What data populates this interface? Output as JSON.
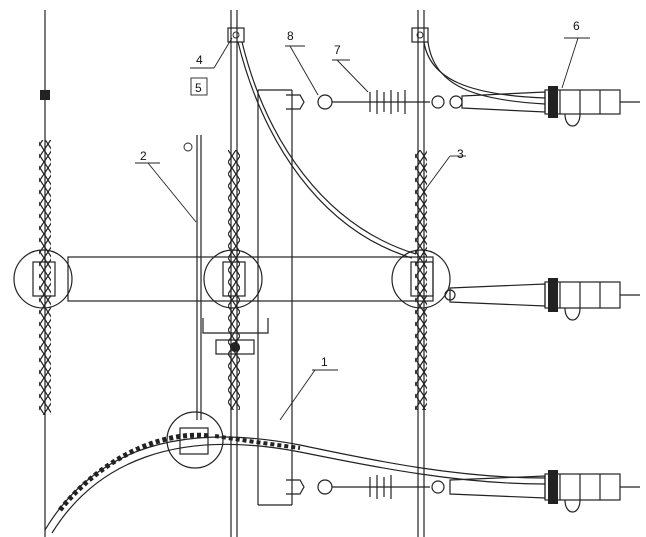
{
  "diagram": {
    "labels": {
      "l1": "1",
      "l2": "2",
      "l3": "3",
      "l4": "4",
      "l5": "5",
      "l6": "6",
      "l7": "7",
      "l8": "8"
    }
  }
}
